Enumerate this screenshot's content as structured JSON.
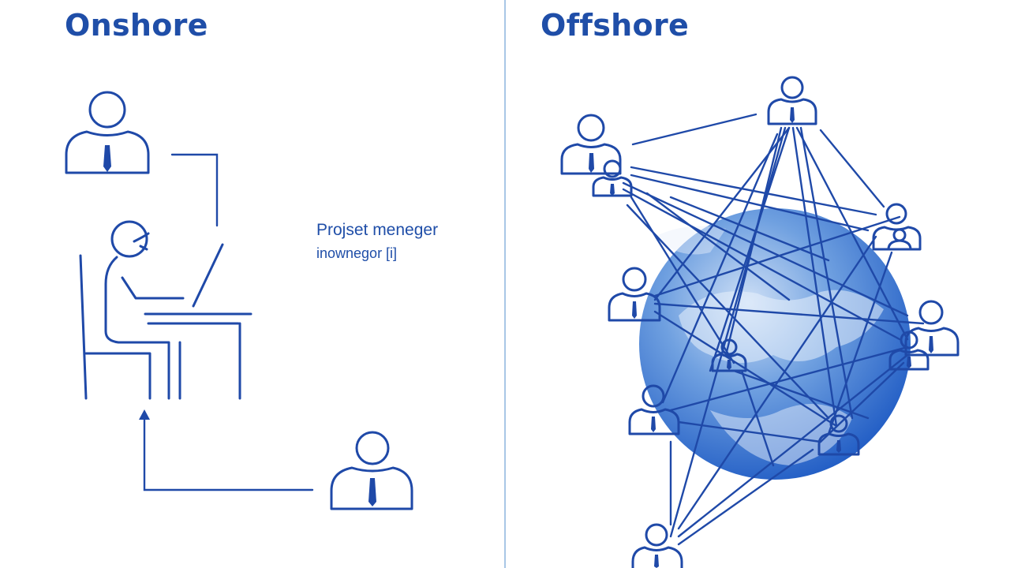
{
  "onshore": {
    "title": "Onshore",
    "project_manager_label": "Projset meneger",
    "project_manager_sublabel": "inownegor [i]"
  },
  "offshore": {
    "title": "Offshore"
  },
  "colors": {
    "primary": "#1f49a8",
    "globe": "#2f6fd0",
    "divider": "#a9c6e6"
  },
  "icons": [
    "person-icon",
    "person-at-laptop-icon",
    "globe-icon",
    "arrow-up-icon"
  ]
}
